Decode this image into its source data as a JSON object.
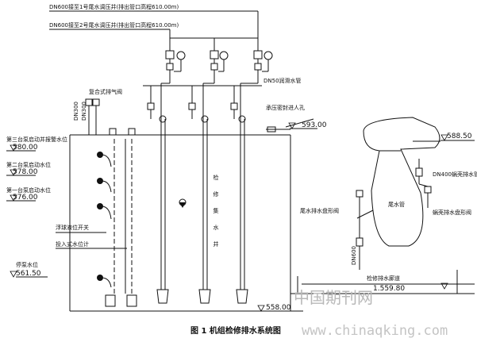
{
  "pipes": {
    "pipe_top_1": "DN600接至1号尾水调压井(排出管口高程610.00m)",
    "pipe_top_2": "DN600接至2号尾水调压井(排出管口高程610.00m)",
    "pipe_small": "DN50润滑水管",
    "pipe_dn300_a": "DN300",
    "pipe_dn300_b": "DN300",
    "pipe_dn400": "DN400蜗壳排水管",
    "pipe_dn600_down": "DN600"
  },
  "labels": {
    "air_valve": "复合式排气阀",
    "manhole": "承压密封进人孔",
    "pump3": "第三台泵启动并报警水位",
    "pump2": "第二台泵启动水位",
    "pump1": "第一台泵启动水位",
    "float_switch": "浮球液位开关",
    "level_gauge": "投入式水位计",
    "stop_level": "停泵水位",
    "tail_valve_1": "尾水排水盘形阀",
    "tail_valve_2": "蜗壳排水盘形阀",
    "tailrace_pipe": "尾水管",
    "gallery": "检修排水廊道",
    "sump": "检修集水井"
  },
  "elevations": {
    "e593": "593.00",
    "e58850": "588.50",
    "e580": "580.00",
    "e578": "578.00",
    "e576": "576.00",
    "e56150": "561.50",
    "e55980": "1.559.80",
    "e558": "558.00"
  },
  "caption": "图 1   机组检修排水系统图",
  "watermark_cn": "中国期刊网",
  "watermark_url": "www.chinaqking.com"
}
